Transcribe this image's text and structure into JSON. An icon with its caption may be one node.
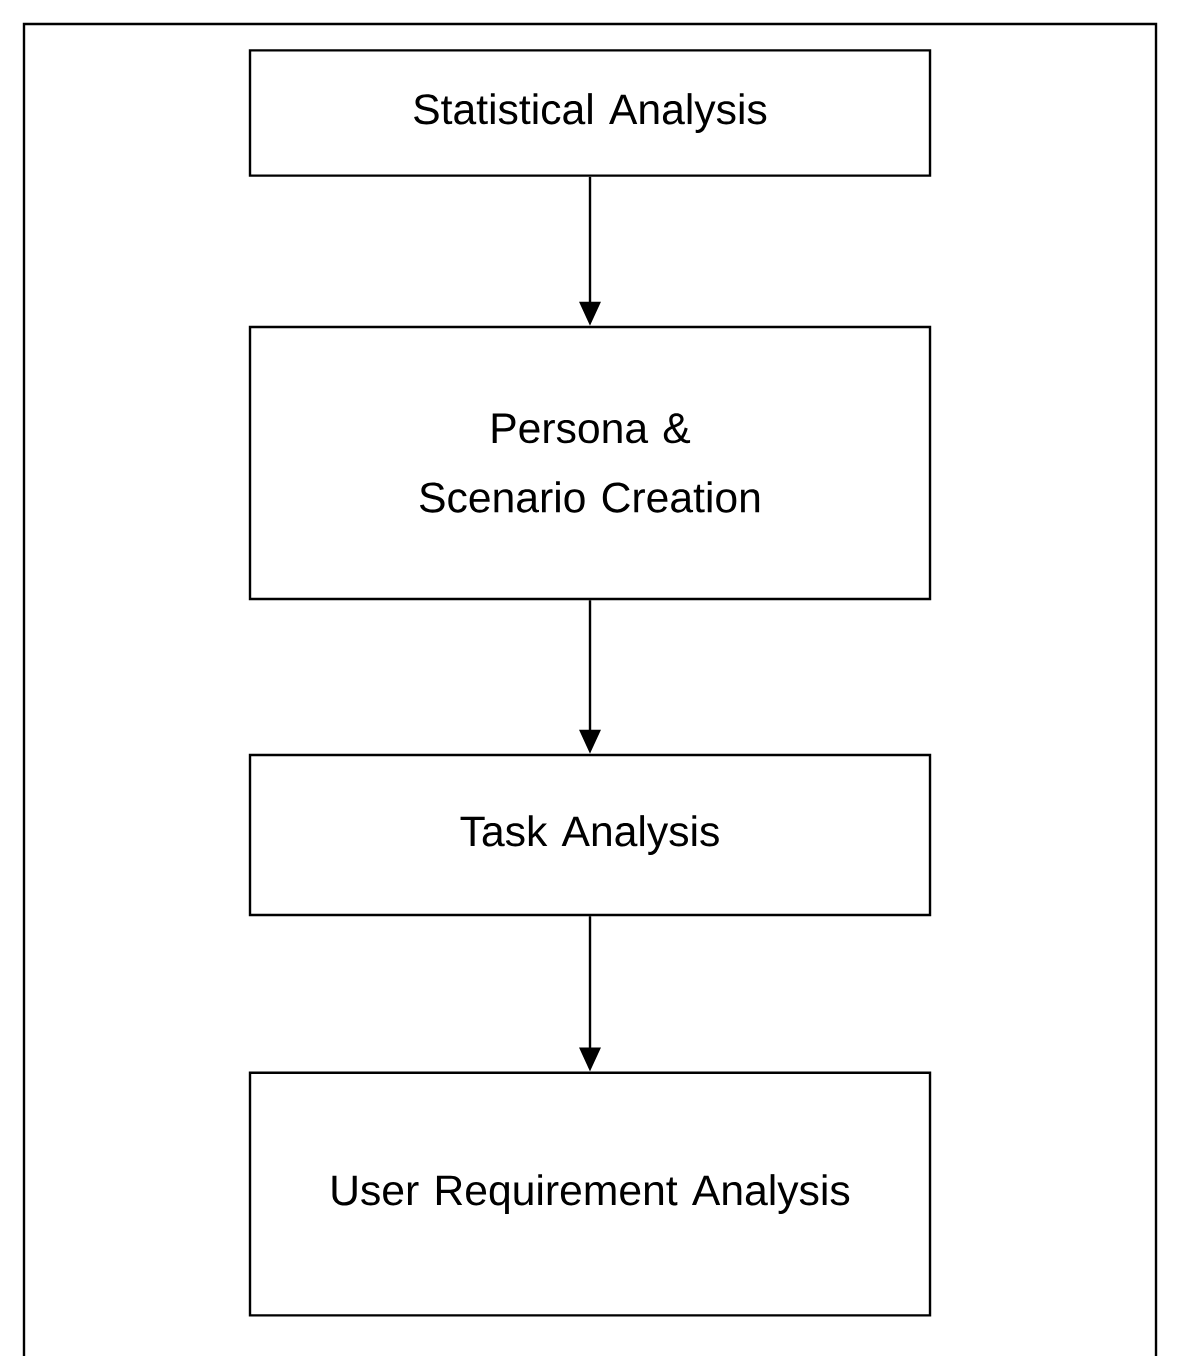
{
  "diagram": {
    "nodes": [
      {
        "text": [
          "Statistical Analysis"
        ]
      },
      {
        "text": [
          "Persona & Scenario Creation"
        ]
      },
      {
        "text": [
          "Task Analysis"
        ]
      },
      {
        "text": [
          "User Requirement Analysis"
        ]
      }
    ],
    "edges": [
      {
        "from": 0,
        "to": 1,
        "arrow": "to"
      },
      {
        "from": 1,
        "to": 2,
        "arrow": "to"
      },
      {
        "from": 2,
        "to": 3,
        "arrow": "to"
      }
    ]
  }
}
